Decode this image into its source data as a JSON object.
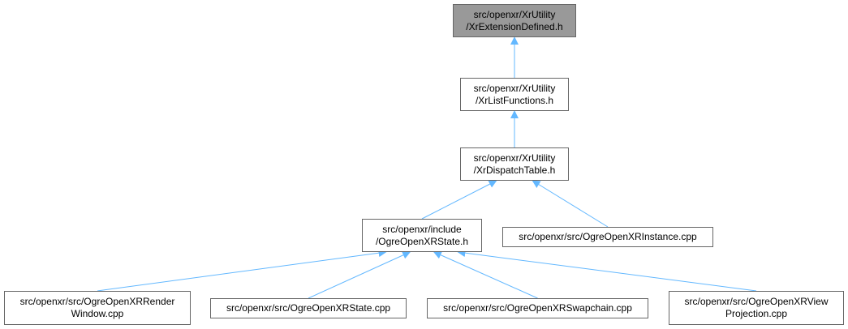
{
  "colors": {
    "edge": "#63b8ff",
    "node_border": "#666666",
    "root_fill": "#999999"
  },
  "nodes": {
    "ext_defined": {
      "lines": [
        "src/openxr/XrUtility",
        "/XrExtensionDefined.h"
      ]
    },
    "list_functions": {
      "lines": [
        "src/openxr/XrUtility",
        "/XrListFunctions.h"
      ]
    },
    "dispatch_table": {
      "lines": [
        "src/openxr/XrUtility",
        "/XrDispatchTable.h"
      ]
    },
    "openxr_state_h": {
      "lines": [
        "src/openxr/include",
        "/OgreOpenXRState.h"
      ]
    },
    "instance_cpp": {
      "lines": [
        "src/openxr/src/OgreOpenXRInstance.cpp"
      ]
    },
    "render_window_cpp": {
      "lines": [
        "src/openxr/src/OgreOpenXRRender",
        "Window.cpp"
      ]
    },
    "state_cpp": {
      "lines": [
        "src/openxr/src/OgreOpenXRState.cpp"
      ]
    },
    "swapchain_cpp": {
      "lines": [
        "src/openxr/src/OgreOpenXRSwapchain.cpp"
      ]
    },
    "view_projection_cpp": {
      "lines": [
        "src/openxr/src/OgreOpenXRView",
        "Projection.cpp"
      ]
    }
  },
  "edges": [
    {
      "from": "list_functions",
      "to": "ext_defined"
    },
    {
      "from": "dispatch_table",
      "to": "list_functions"
    },
    {
      "from": "openxr_state_h",
      "to": "dispatch_table"
    },
    {
      "from": "instance_cpp",
      "to": "dispatch_table"
    },
    {
      "from": "render_window_cpp",
      "to": "openxr_state_h"
    },
    {
      "from": "state_cpp",
      "to": "openxr_state_h"
    },
    {
      "from": "swapchain_cpp",
      "to": "openxr_state_h"
    },
    {
      "from": "view_projection_cpp",
      "to": "openxr_state_h"
    }
  ]
}
